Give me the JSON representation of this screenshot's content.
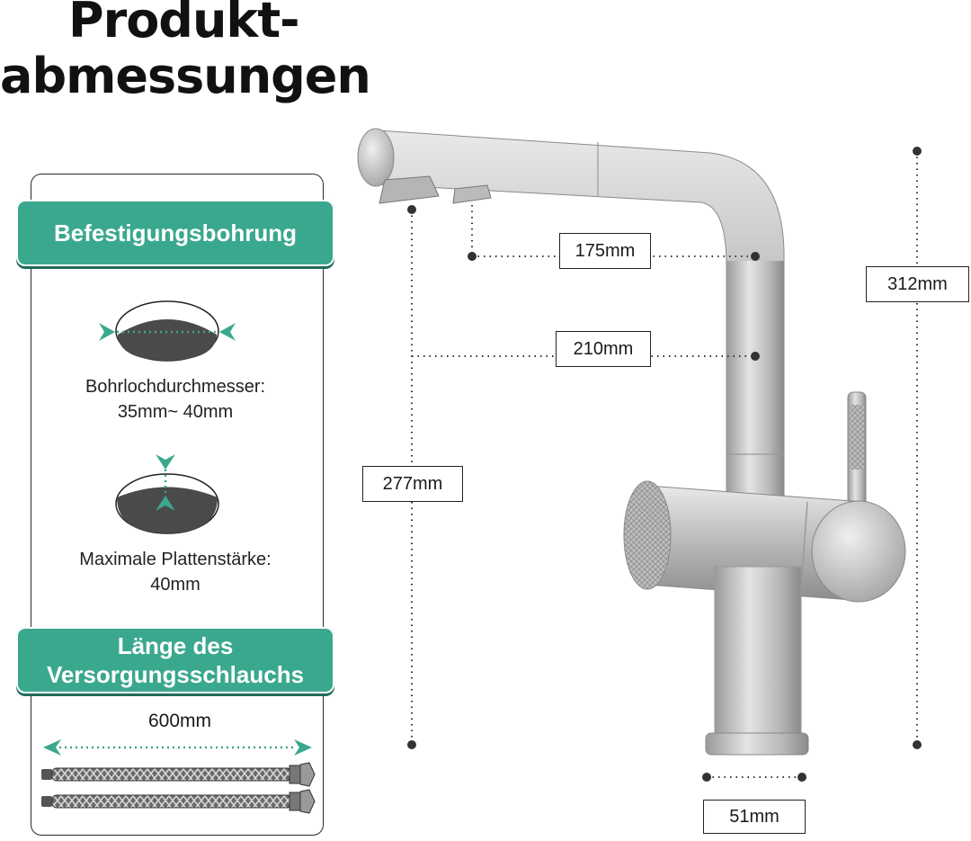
{
  "title": {
    "line1": "Produkt-",
    "line2": "abmessungen"
  },
  "sidebar": {
    "banner_mounting": "Befestigungsbohrung",
    "hole_label": "Bohrlochdurchmesser:",
    "hole_value": "35mm~ 40mm",
    "plate_label": "Maximale Plattenstärke:",
    "plate_value": "40mm",
    "banner_hose_line1": "Länge des",
    "banner_hose_line2": "Versorgungsschlauchs",
    "hose_length": "600mm"
  },
  "dimensions": {
    "reach_inner": "175mm",
    "reach_outer": "210mm",
    "total_height": "312mm",
    "spout_height": "277mm",
    "base_diameter": "51mm"
  },
  "colors": {
    "accent": "#3aa88e",
    "accent_dark": "#1f6c5a",
    "steel": "#c4c4c4",
    "dark_fill": "#4a4a4a"
  }
}
